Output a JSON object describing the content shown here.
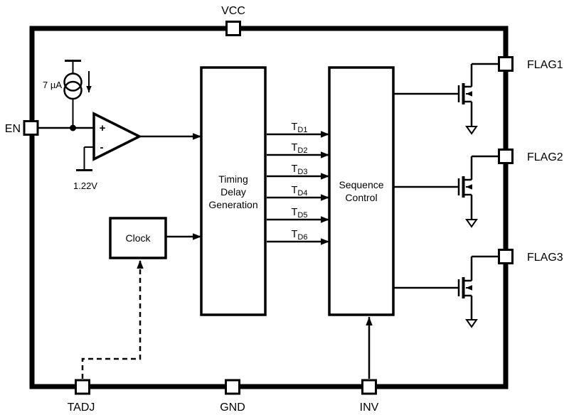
{
  "colors": {
    "ink": "#000000",
    "background": "#ffffff"
  },
  "pins": {
    "vcc": {
      "label": "VCC"
    },
    "en": {
      "label": "EN"
    },
    "flag1": {
      "label": "FLAG1"
    },
    "flag2": {
      "label": "FLAG2"
    },
    "flag3": {
      "label": "FLAG3"
    },
    "tadj": {
      "label": "TADJ"
    },
    "gnd": {
      "label": "GND"
    },
    "inv": {
      "label": "INV"
    }
  },
  "blocks": {
    "timing_delay_generation": {
      "lines": [
        "Timing",
        "Delay",
        "Generation"
      ]
    },
    "sequence_control": {
      "lines": [
        "Sequence",
        "Control"
      ]
    },
    "clock": {
      "label": "Clock"
    }
  },
  "annotations": {
    "current_source_value": "7 µA",
    "comparator_plus": "+",
    "comparator_minus": "-",
    "reference_voltage": "1.22V"
  },
  "signals": [
    {
      "base": "T",
      "sub": "D1"
    },
    {
      "base": "T",
      "sub": "D2"
    },
    {
      "base": "T",
      "sub": "D3"
    },
    {
      "base": "T",
      "sub": "D4"
    },
    {
      "base": "T",
      "sub": "D5"
    },
    {
      "base": "T",
      "sub": "D6"
    }
  ]
}
